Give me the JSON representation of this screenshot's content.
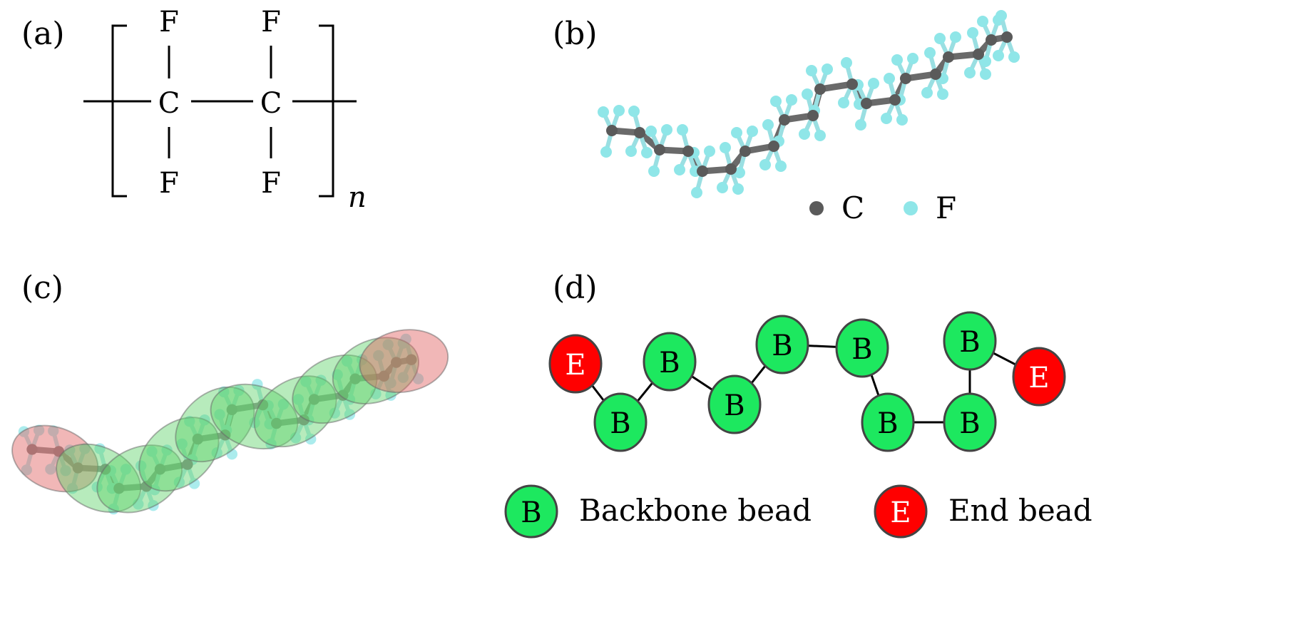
{
  "panels": {
    "a": {
      "label": "(a)",
      "atoms": {
        "top_left": "F",
        "top_right": "F",
        "carbon_left": "C",
        "carbon_right": "C",
        "bottom_left": "F",
        "bottom_right": "F"
      },
      "subscript": "n"
    },
    "b": {
      "label": "(b)",
      "legend": [
        {
          "symbol": "C",
          "color": "#5a5a5a"
        },
        {
          "symbol": "F",
          "color": "#8fe6e8"
        }
      ]
    },
    "c": {
      "label": "(c)",
      "colors": {
        "backbone_group": "#5fd36a",
        "end_group": "#e06060"
      }
    },
    "d": {
      "label": "(d)",
      "beads": [
        "E",
        "B",
        "B",
        "B",
        "B",
        "B",
        "B",
        "B",
        "B",
        "E"
      ],
      "legend": [
        {
          "symbol": "B",
          "text": "Backbone bead",
          "color": "#1de85f"
        },
        {
          "symbol": "E",
          "text": "End bead",
          "color": "#ff0000"
        }
      ]
    }
  }
}
